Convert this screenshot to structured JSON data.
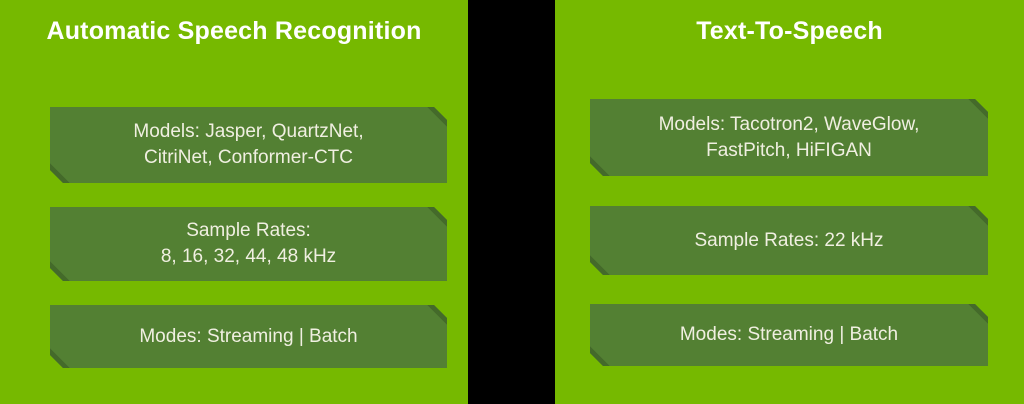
{
  "colors": {
    "background": "#000000",
    "panel_green": "#76b900",
    "box_green": "#538033",
    "box_fold_green": "#446a2a",
    "title_white": "#ffffff",
    "text_cream": "#f0efe1"
  },
  "panels": [
    {
      "title": "Automatic Speech Recognition",
      "boxes": [
        {
          "lines": [
            "Models: Jasper, QuartzNet,",
            "CitriNet, Conformer-CTC"
          ]
        },
        {
          "lines": [
            "Sample Rates:",
            "8, 16, 32, 44, 48 kHz"
          ]
        },
        {
          "lines": [
            "Modes: Streaming | Batch"
          ]
        }
      ]
    },
    {
      "title": "Text-To-Speech",
      "boxes": [
        {
          "lines": [
            "Models: Tacotron2, WaveGlow,",
            "FastPitch, HiFIGAN"
          ]
        },
        {
          "lines": [
            "Sample Rates: 22 kHz"
          ]
        },
        {
          "lines": [
            "Modes: Streaming | Batch"
          ]
        }
      ]
    }
  ]
}
